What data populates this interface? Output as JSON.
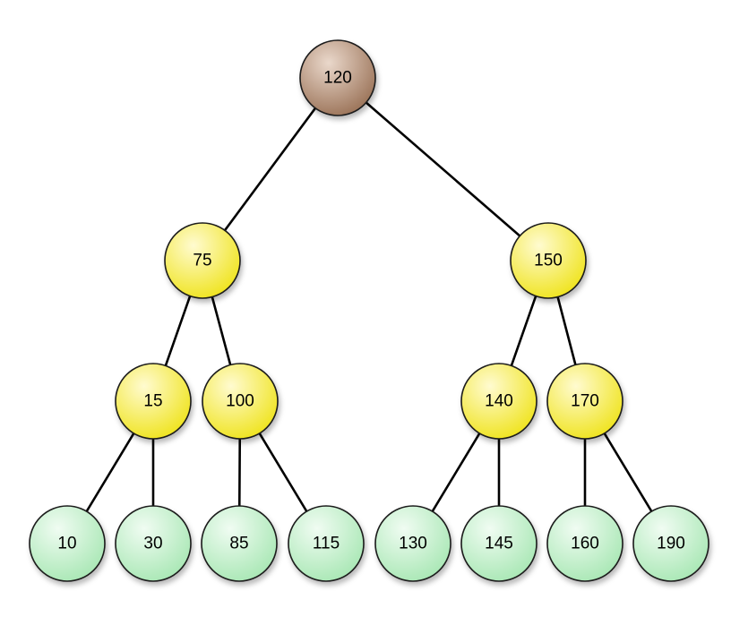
{
  "colors": {
    "root": "#b08a72",
    "internal": "#f7ef2a",
    "leaf": "#b9efc4",
    "edge": "#000000"
  },
  "tree": {
    "nodes": [
      {
        "id": "n120",
        "label": "120",
        "level": "root"
      },
      {
        "id": "n75",
        "label": "75",
        "level": "internal"
      },
      {
        "id": "n150",
        "label": "150",
        "level": "internal"
      },
      {
        "id": "n15",
        "label": "15",
        "level": "internal"
      },
      {
        "id": "n100",
        "label": "100",
        "level": "internal"
      },
      {
        "id": "n140",
        "label": "140",
        "level": "internal"
      },
      {
        "id": "n170",
        "label": "170",
        "level": "internal"
      },
      {
        "id": "n10",
        "label": "10",
        "level": "leaf"
      },
      {
        "id": "n30",
        "label": "30",
        "level": "leaf"
      },
      {
        "id": "n85",
        "label": "85",
        "level": "leaf"
      },
      {
        "id": "n115",
        "label": "115",
        "level": "leaf"
      },
      {
        "id": "n130",
        "label": "130",
        "level": "leaf"
      },
      {
        "id": "n145",
        "label": "145",
        "level": "leaf"
      },
      {
        "id": "n160",
        "label": "160",
        "level": "leaf"
      },
      {
        "id": "n190",
        "label": "190",
        "level": "leaf"
      }
    ],
    "edges": [
      [
        "n120",
        "n75"
      ],
      [
        "n120",
        "n150"
      ],
      [
        "n75",
        "n15"
      ],
      [
        "n75",
        "n100"
      ],
      [
        "n150",
        "n140"
      ],
      [
        "n150",
        "n170"
      ],
      [
        "n15",
        "n10"
      ],
      [
        "n15",
        "n30"
      ],
      [
        "n100",
        "n85"
      ],
      [
        "n100",
        "n115"
      ],
      [
        "n140",
        "n130"
      ],
      [
        "n140",
        "n145"
      ],
      [
        "n170",
        "n160"
      ],
      [
        "n170",
        "n190"
      ]
    ]
  }
}
